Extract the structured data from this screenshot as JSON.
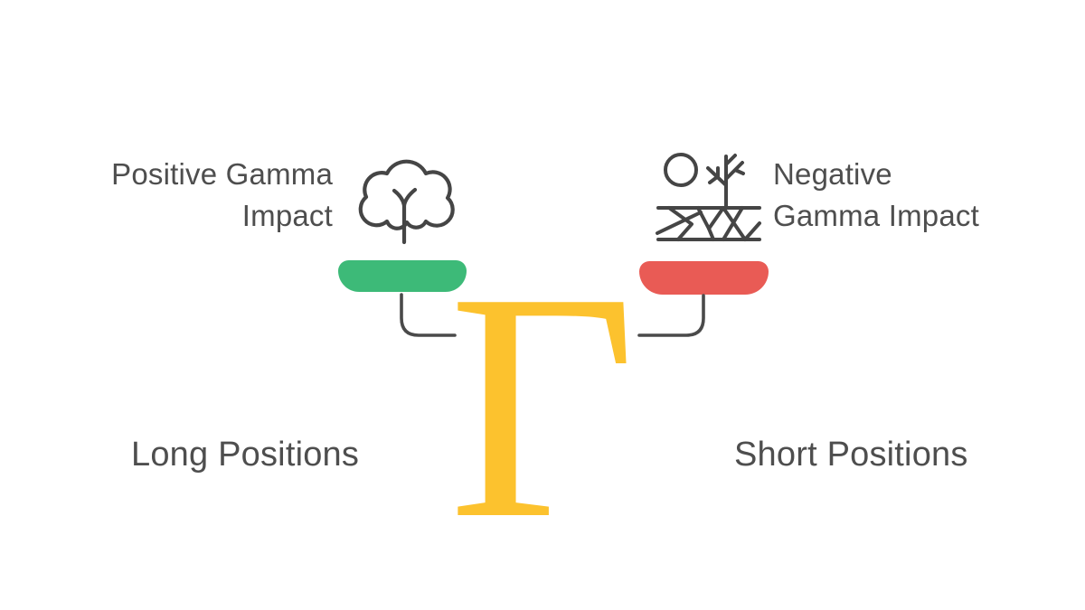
{
  "diagram": {
    "gamma_symbol": "Γ",
    "colors": {
      "gamma": "#fcc22e",
      "positive_accent": "#3dba78",
      "negative_accent": "#e95b55",
      "text": "#4e4e4e",
      "icon_stroke": "#454545",
      "connector": "#4a4a4a"
    },
    "positive_side": {
      "impact_line1": "Positive Gamma",
      "impact_line2": "Impact",
      "icon": "tree-icon",
      "position_label": "Long Positions"
    },
    "negative_side": {
      "impact_line1": "Negative",
      "impact_line2": "Gamma Impact",
      "icon": "drought-icon",
      "position_label": "Short Positions"
    }
  }
}
